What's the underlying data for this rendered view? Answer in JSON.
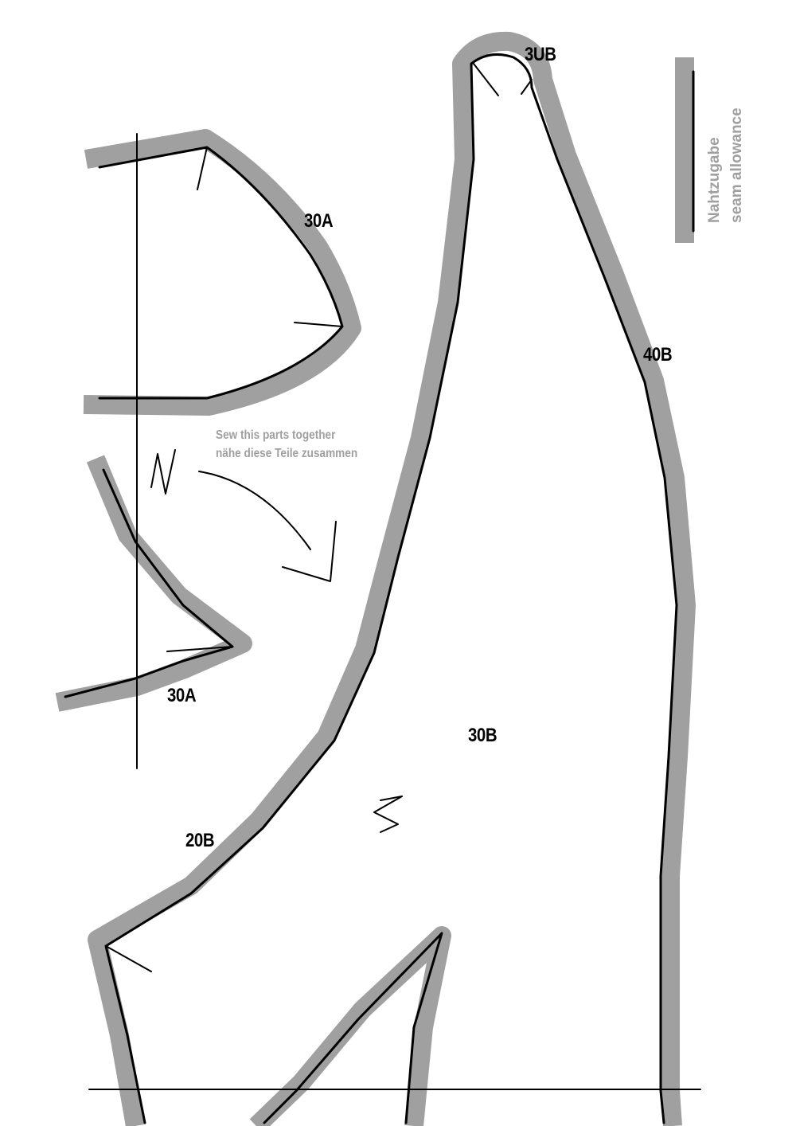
{
  "labels": {
    "piece_30a_upper": "30A",
    "piece_30a_lower": "30A",
    "piece_3ub": "3UB",
    "piece_40b": "40B",
    "piece_30b": "30B",
    "piece_20b": "20B"
  },
  "instruction": {
    "line1": "Sew this parts together",
    "line2": "nähe diese Teile zusammen"
  },
  "legend": {
    "line1": "Nahtzugabe",
    "line2": "seam allowance"
  },
  "colors": {
    "seam_allowance": "#a0a0a0",
    "cut_line": "#000000"
  }
}
